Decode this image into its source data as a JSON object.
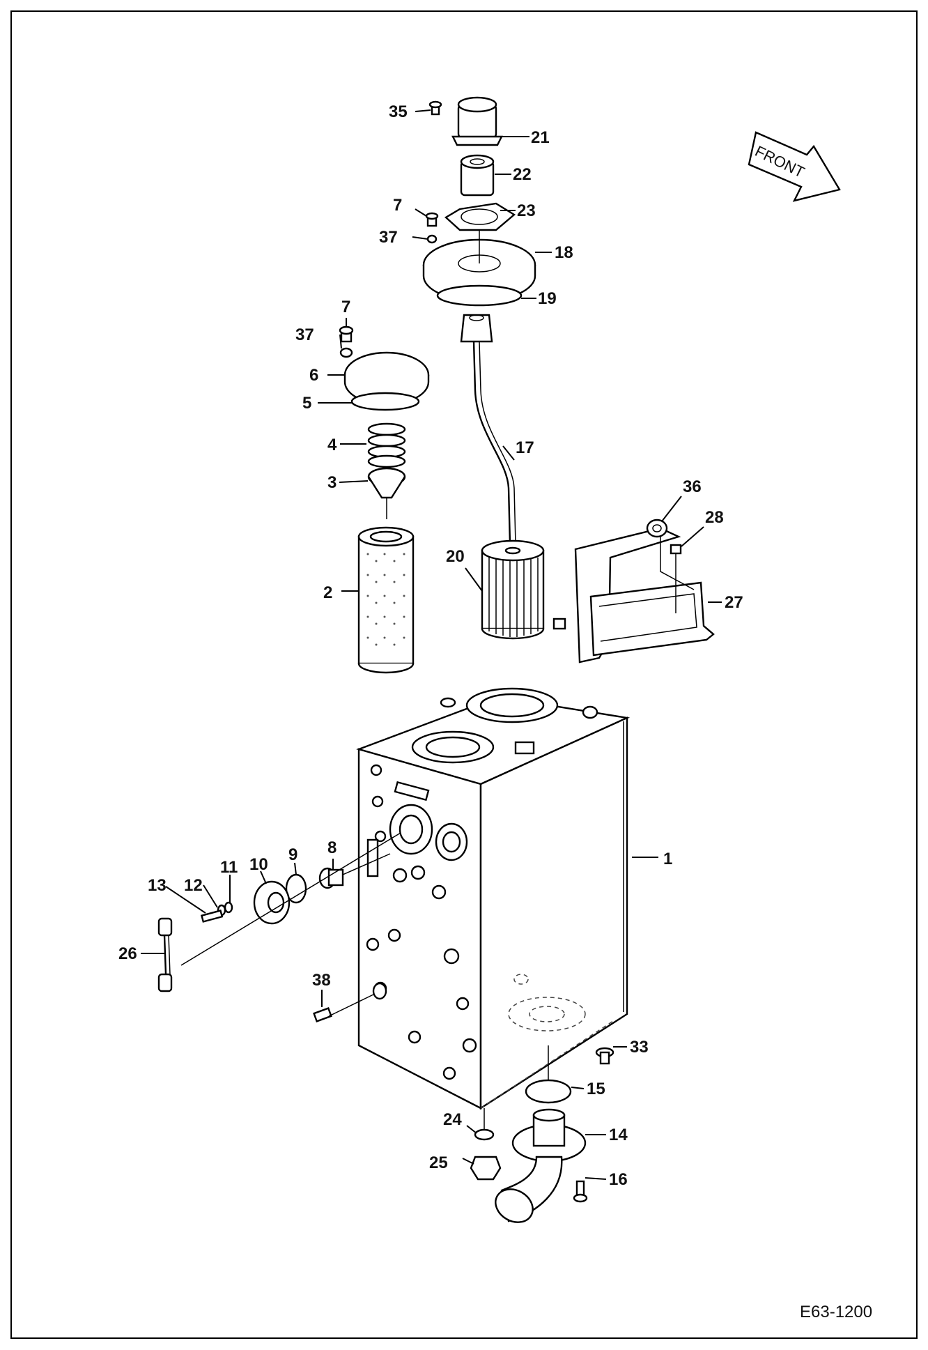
{
  "drawing": {
    "code": "E63-1200",
    "front_label": "FRONT"
  },
  "callouts": [
    "35",
    "21",
    "22",
    "7",
    "23",
    "37",
    "18",
    "19",
    "7",
    "37",
    "6",
    "5",
    "4",
    "17",
    "3",
    "36",
    "28",
    "20",
    "27",
    "2",
    "1",
    "8",
    "9",
    "10",
    "11",
    "12",
    "13",
    "26",
    "38",
    "33",
    "15",
    "24",
    "14",
    "25",
    "16"
  ]
}
